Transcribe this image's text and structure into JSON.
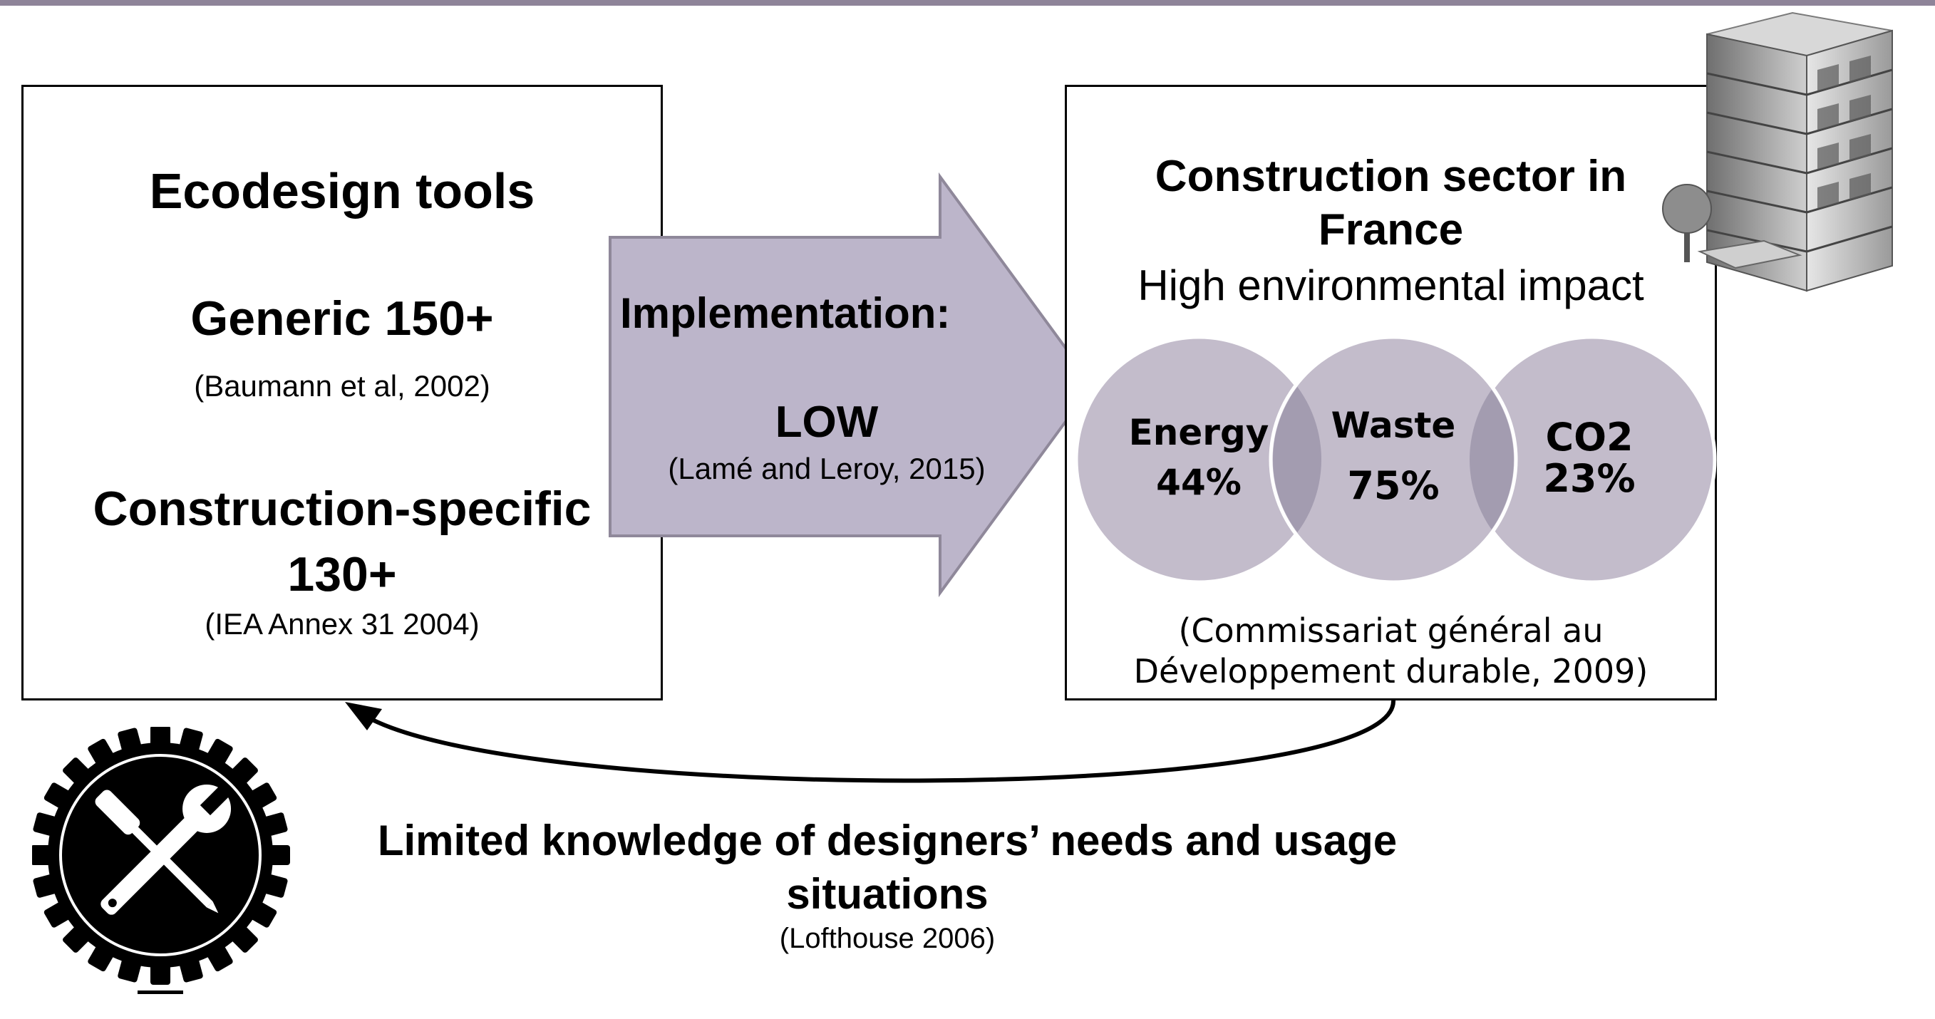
{
  "left_box": {
    "title": "Ecodesign tools",
    "generic": "Generic 150+",
    "generic_ref": "(Baumann et al, 2002)",
    "specific_line1": "Construction-specific",
    "specific_line2": "130+",
    "specific_ref": "(IEA Annex 31 2004)"
  },
  "arrow": {
    "label": "Implementation:",
    "value": "LOW",
    "ref": "(Lamé and Leroy, 2015)"
  },
  "right_box": {
    "title_line1": "Construction sector in",
    "title_line2": "France",
    "subtitle": "High environmental impact",
    "circles": [
      {
        "label": "Energy",
        "value": "44%"
      },
      {
        "label": "Waste",
        "value": "75%"
      },
      {
        "label": "CO2",
        "value": "23%"
      }
    ],
    "ref_line1": "(Commissariat général au",
    "ref_line2": "Développement durable, 2009)"
  },
  "bottom": {
    "line1": "Limited knowledge of designers’ needs and usage",
    "line2": "situations",
    "ref": "(Lofthouse 2006)"
  },
  "icons": [
    "building-icon",
    "tools-gear-icon"
  ],
  "colors": {
    "accent_bar": "#8e8499",
    "arrow_fill": "#bcb5ca",
    "circle_fill": "#c3bccb",
    "circle_overlap": "#a39cb0"
  }
}
